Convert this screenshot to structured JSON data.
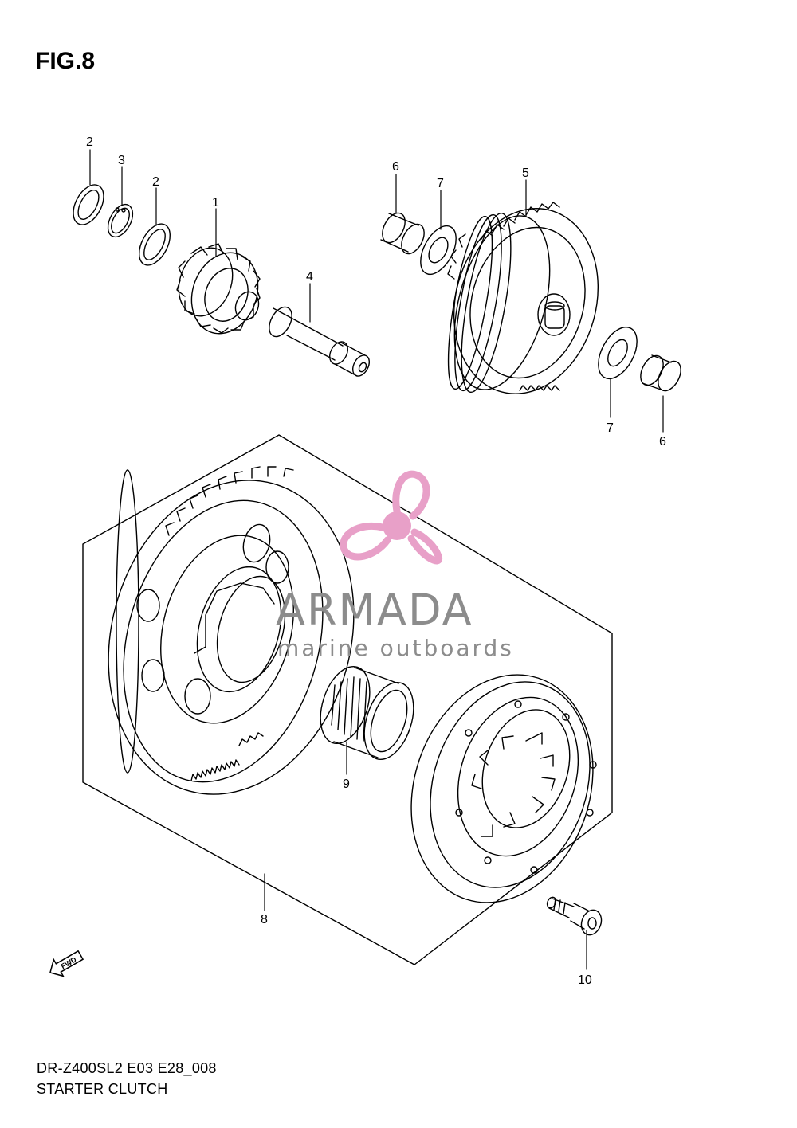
{
  "figure": {
    "title": "FIG.8"
  },
  "footer": {
    "code": "DR-Z400SL2 E03 E28_008",
    "name": "STARTER CLUTCH"
  },
  "watermark": {
    "name": "ARMADA",
    "tagline": "marine outboards",
    "accent_color": "#e8a0c8",
    "text_color": "#8c8c8c"
  },
  "fwd_label": "FWD",
  "callouts": [
    "2",
    "3",
    "2",
    "1",
    "4",
    "6",
    "7",
    "5",
    "7",
    "6",
    "9",
    "8",
    "10"
  ]
}
